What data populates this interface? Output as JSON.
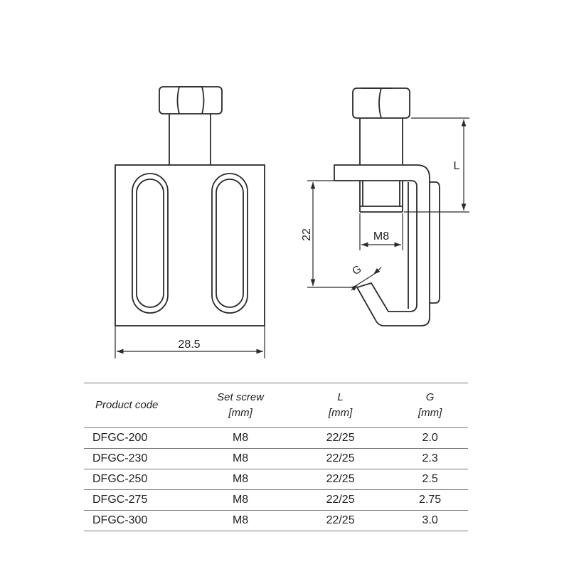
{
  "drawing": {
    "width_label": "28.5",
    "length_label": "L",
    "height_label": "22",
    "thread_label": "M8",
    "gap_label": "G"
  },
  "table": {
    "headers": [
      [
        "Product code"
      ],
      [
        "Set screw",
        "[mm]"
      ],
      [
        "L",
        "[mm]"
      ],
      [
        "G",
        "[mm]"
      ]
    ],
    "rows": [
      [
        "DFGC-200",
        "M8",
        "22/25",
        "2.0"
      ],
      [
        "DFGC-230",
        "M8",
        "22/25",
        "2.3"
      ],
      [
        "DFGC-250",
        "M8",
        "22/25",
        "2.5"
      ],
      [
        "DFGC-275",
        "M8",
        "22/25",
        "2.75"
      ],
      [
        "DFGC-300",
        "M8",
        "22/25",
        "3.0"
      ]
    ]
  },
  "colors": {
    "line": "#2a2a2a",
    "fill": "#ffffff"
  }
}
